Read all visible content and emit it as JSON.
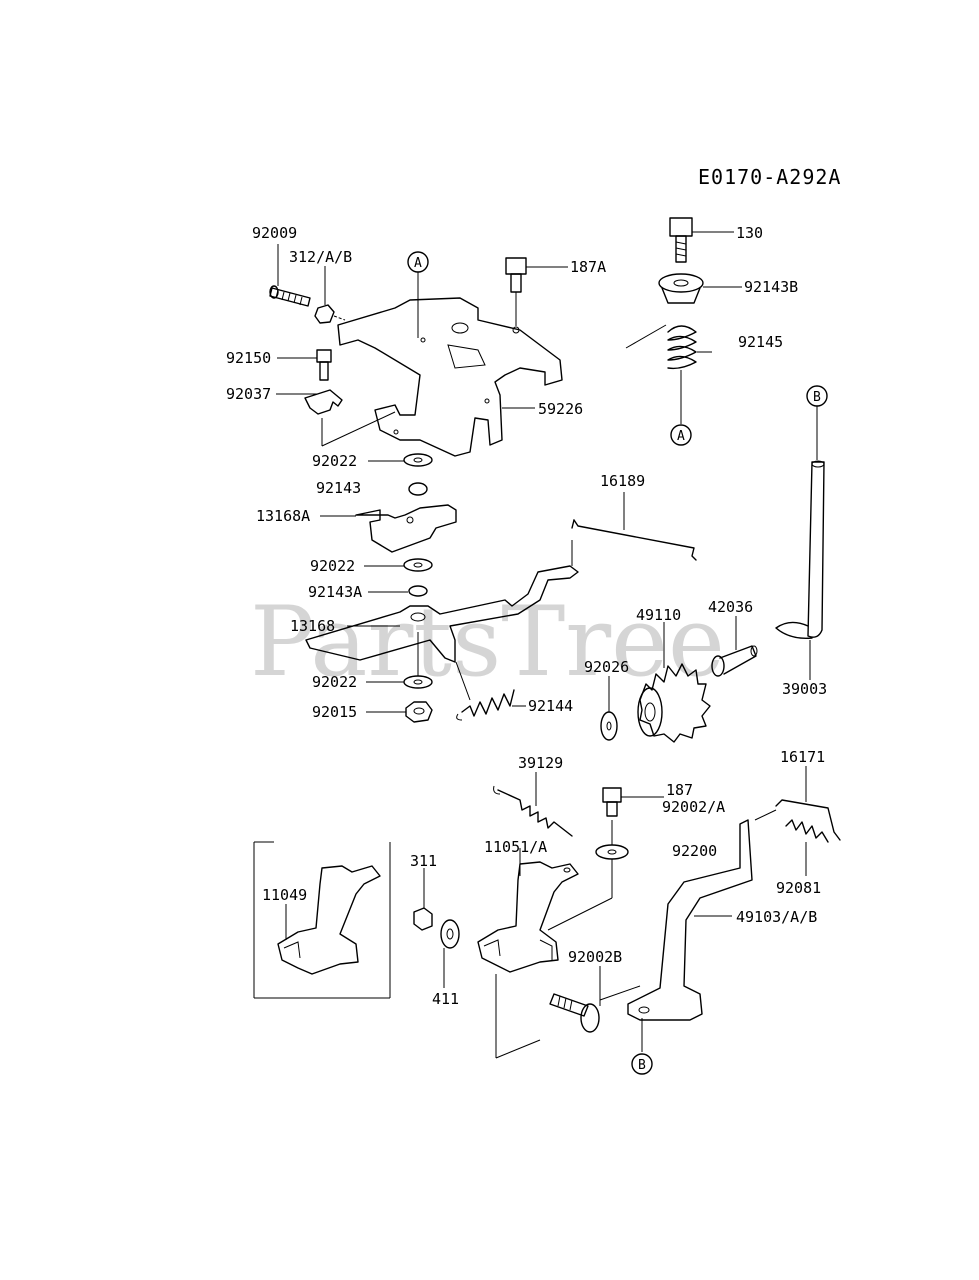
{
  "diagram_code": "E0170-A292A",
  "watermark": "PartsTree",
  "ref_markers": {
    "a": "A",
    "b": "B"
  },
  "labels": {
    "p92009": "92009",
    "p312": "312/A/B",
    "p187a": "187A",
    "p130": "130",
    "p92143b": "92143B",
    "p92145": "92145",
    "p92150": "92150",
    "p92037": "92037",
    "p59226": "59226",
    "p92022_1": "92022",
    "p92143": "92143",
    "p13168a": "13168A",
    "p16189": "16189",
    "p92022_2": "92022",
    "p92143a": "92143A",
    "p13168": "13168",
    "p49110": "49110",
    "p42036": "42036",
    "p92026": "92026",
    "p39003": "39003",
    "p92022_3": "92022",
    "p92015": "92015",
    "p92144": "92144",
    "p39129": "39129",
    "p187": "187",
    "p92002a": "92002/A",
    "p16171": "16171",
    "p11051": "11051/A",
    "p92200": "92200",
    "p311": "311",
    "p11049": "11049",
    "p92081": "92081",
    "p49103": "49103/A/B",
    "p92002b": "92002B",
    "p411": "411"
  }
}
